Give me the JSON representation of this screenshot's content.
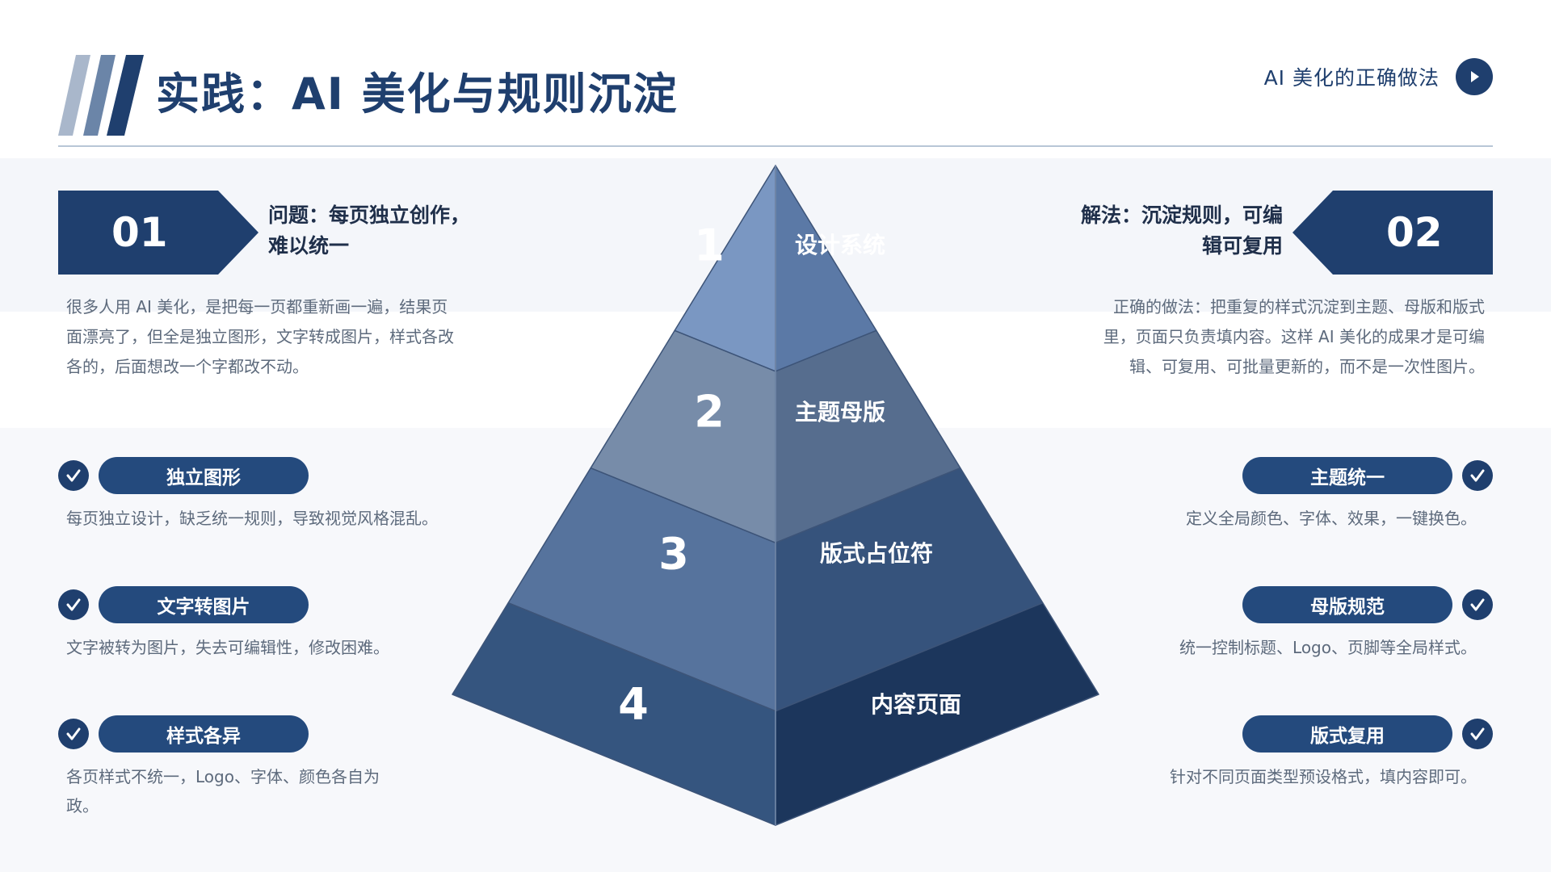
{
  "header": {
    "title": "实践：AI 美化与规则沉淀",
    "link_label": "AI 美化的正确做法",
    "link_icon": "play-icon"
  },
  "colors": {
    "primary": "#1f3f6e",
    "pill": "#244a7d",
    "body_text": "#5d6a7c",
    "heading_text": "#1f2f4a"
  },
  "problem": {
    "number": "01",
    "title_line1": "问题：每页独立创作，",
    "title_line2": "难以统一",
    "body_line1": "很多人用 AI 美化，是把每一页都重新画一遍，结果页",
    "body_line2": "面漂亮了，但全是独立图形，文字转成图片，样式各改",
    "body_line3": "各的，后面想改一个字都改不动。"
  },
  "solution": {
    "number": "02",
    "title_line1": "解法：沉淀规则，可编",
    "title_line2": "辑可复用",
    "body_line1": "正确的做法：把重复的样式沉淀到主题、母版和版式",
    "body_line2": "里，页面只负责填内容。这样 AI 美化的成果才是可编",
    "body_line3": "辑、可复用、可批量更新的，而不是一次性图片。"
  },
  "left_features": [
    {
      "label": "独立图形",
      "desc_line1": "每页独立设计，缺乏统一规则，导致视觉风格混乱。",
      "desc_line2": ""
    },
    {
      "label": "文字转图片",
      "desc_line1": "文字被转为图片，失去可编辑性，修改困难。",
      "desc_line2": ""
    },
    {
      "label": "样式各异",
      "desc_line1": "各页样式不统一，Logo、字体、颜色各自为",
      "desc_line2": "政。"
    }
  ],
  "right_features": [
    {
      "label": "主题统一",
      "desc_line1": "定义全局颜色、字体、效果，一键换色。"
    },
    {
      "label": "母版规范",
      "desc_line1": "统一控制标题、Logo、页脚等全局样式。"
    },
    {
      "label": "版式复用",
      "desc_line1": "针对不同页面类型预设格式，填内容即可。"
    }
  ],
  "pyramid": {
    "levels": [
      {
        "number": "1",
        "label": "设计系统",
        "left_color": "#7a97c2",
        "right_color": "#5b79a6"
      },
      {
        "number": "2",
        "label": "主题母版",
        "left_color": "#778ca9",
        "right_color": "#566d8e"
      },
      {
        "number": "3",
        "label": "版式占位符",
        "left_color": "#56739d",
        "right_color": "#36537c"
      },
      {
        "number": "4",
        "label": "内容页面",
        "left_color": "#35557f",
        "right_color": "#1c365c"
      }
    ]
  }
}
